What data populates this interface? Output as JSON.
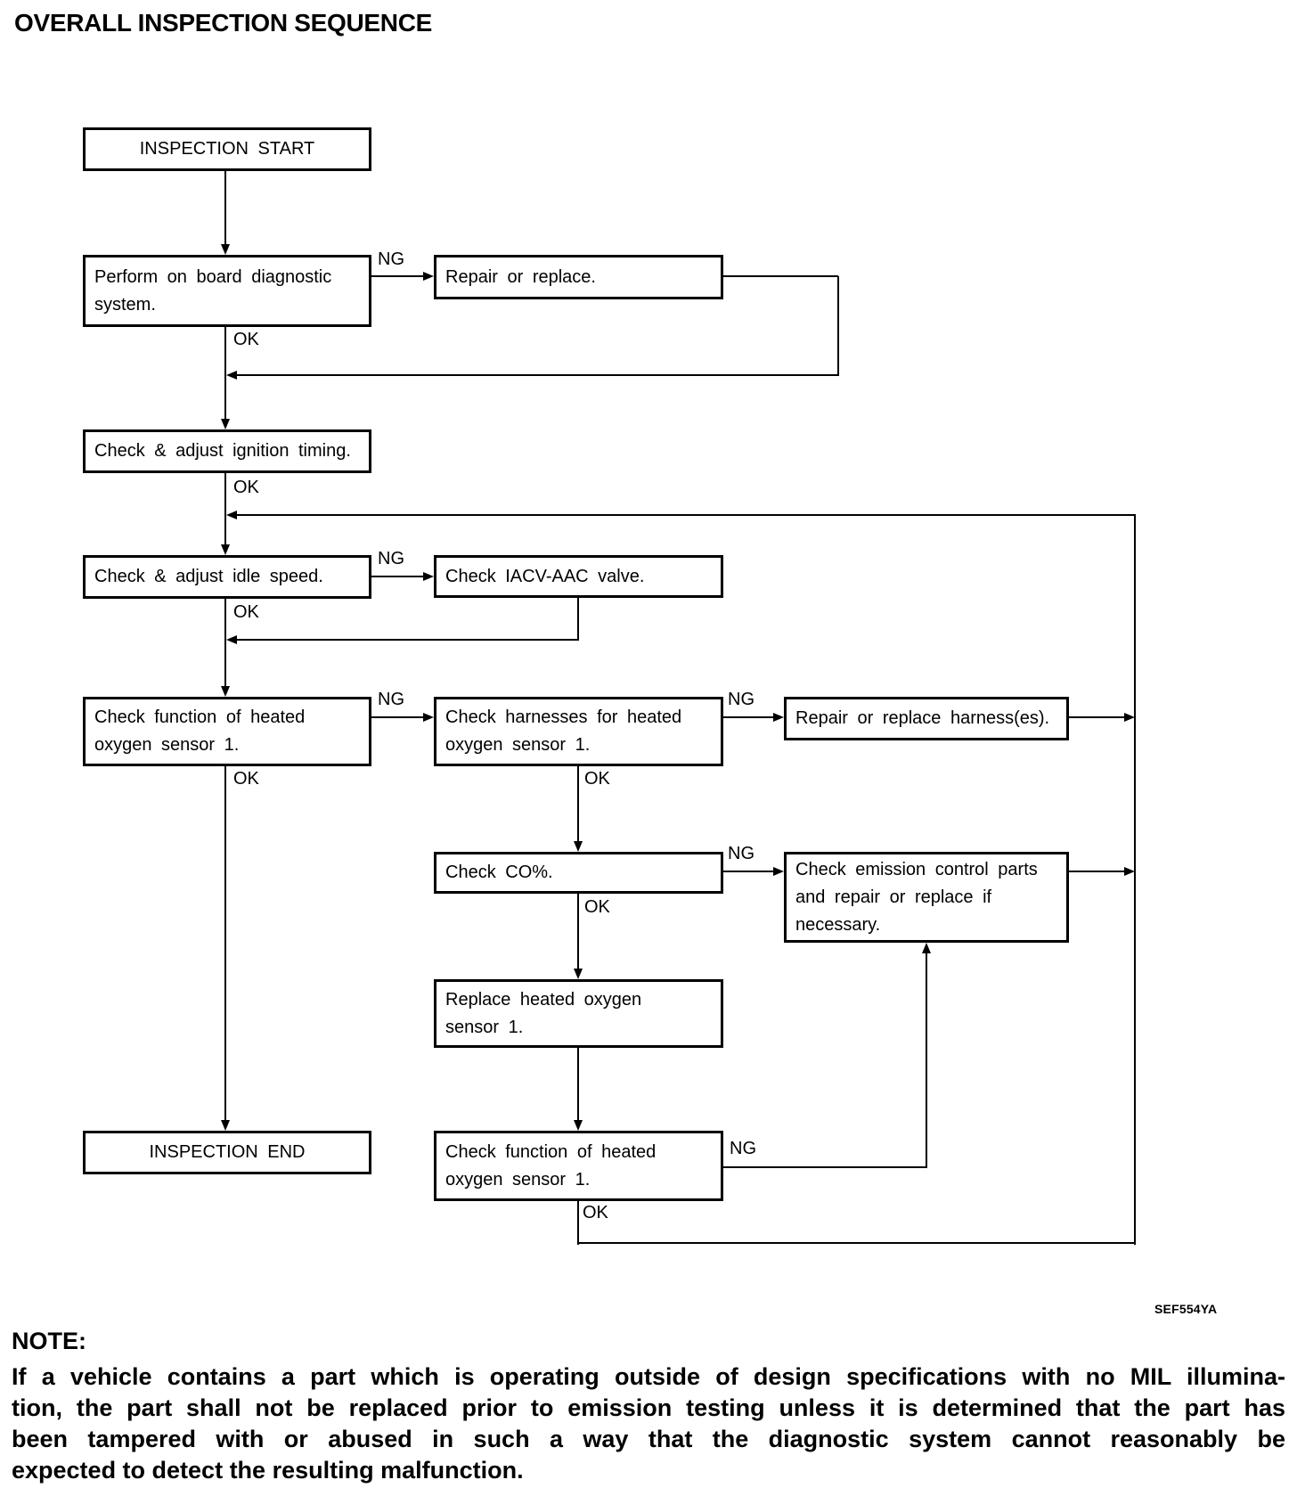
{
  "title": "OVERALL INSPECTION SEQUENCE",
  "figure_code": "SEF554YA",
  "flowchart": {
    "edge_labels": {
      "ok": "OK",
      "ng": "NG"
    },
    "nodes": {
      "inspection_start": "INSPECTION START",
      "perform_obd": "Perform on board diagnostic\nsystem.",
      "repair_or_replace": "Repair or replace.",
      "ignition_timing": "Check & adjust ignition timing.",
      "idle_speed": "Check & adjust idle speed.",
      "iacv_aac_valve": "Check IACV-AAC valve.",
      "check_o2_sensor_function": "Check function of heated\noxygen sensor 1.",
      "check_o2_harnesses": "Check harnesses for heated\noxygen sensor 1.",
      "repair_harnesses": "Repair or replace harness(es).",
      "check_co": "Check CO%.",
      "check_emission_parts": "Check emission control parts\nand repair or replace if\nnecessary.",
      "replace_o2_sensor": "Replace heated oxygen\nsensor 1.",
      "inspection_end": "INSPECTION END",
      "recheck_o2_sensor_function": "Check function of heated\noxygen sensor 1."
    }
  },
  "note": {
    "heading": "NOTE:",
    "lines": [
      "If a vehicle contains a part which is operating outside of design specifications with no MIL illumina-",
      "tion, the part shall not be replaced prior to emission testing unless it is determined that the part has",
      "been tampered with or abused in such a way that the diagnostic system cannot reasonably be",
      "expected to detect the resulting malfunction."
    ]
  }
}
